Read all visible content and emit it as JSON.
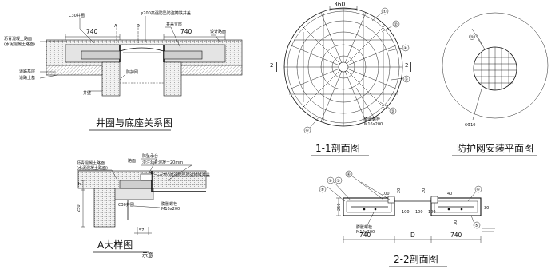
{
  "drawing_1": {
    "title": "井圈与底座关系图",
    "dims": [
      "740",
      "740"
    ],
    "marks": [
      "A",
      "D"
    ],
    "labels": [
      "C30井圈",
      "φ700高强防坠防盗铸铁井盖",
      "井盖支座",
      "沥青混凝土路面",
      "(水泥混凝土路面)",
      "设计路面",
      "道路基层",
      "道路土基",
      "防护网",
      "井壁"
    ]
  },
  "drawing_2": {
    "title": "1-1剖面图",
    "dim": "360",
    "section_marks": [
      "2",
      "2"
    ],
    "callouts": [
      "①",
      "②",
      "④",
      "⑤",
      "③",
      "⑥"
    ],
    "bolt_label": "膨胀螺栓",
    "bolt_spec": "M16x200"
  },
  "drawing_3": {
    "title": "防护网安装平面图",
    "callouts": [
      "③"
    ],
    "bar_label": "6Φ10"
  },
  "drawing_4": {
    "title": "A大样图",
    "subtitle": "示意",
    "dims": [
      "h",
      "250",
      "57"
    ],
    "labels": [
      "沥青混凝土路面",
      "(水泥混凝土路面)",
      "防坠承台",
      "路面",
      "浇注沥青混凝土20mm",
      "φ700高强防坠防盗铸铁井盖",
      "C30井圈",
      "膨胀螺栓",
      "M16x200"
    ]
  },
  "drawing_5": {
    "title": "2-2剖面图",
    "dims": [
      "740",
      "D",
      "740"
    ],
    "inner_dims": [
      "100",
      "20",
      "100",
      "100",
      "20",
      "40",
      "100",
      "30",
      "30",
      "250"
    ],
    "callouts": [
      "①",
      "②",
      "④",
      "③",
      "⑥",
      "⑤"
    ],
    "bolt_label": "膨胀螺栓",
    "bolt_spec": "M16x200"
  }
}
